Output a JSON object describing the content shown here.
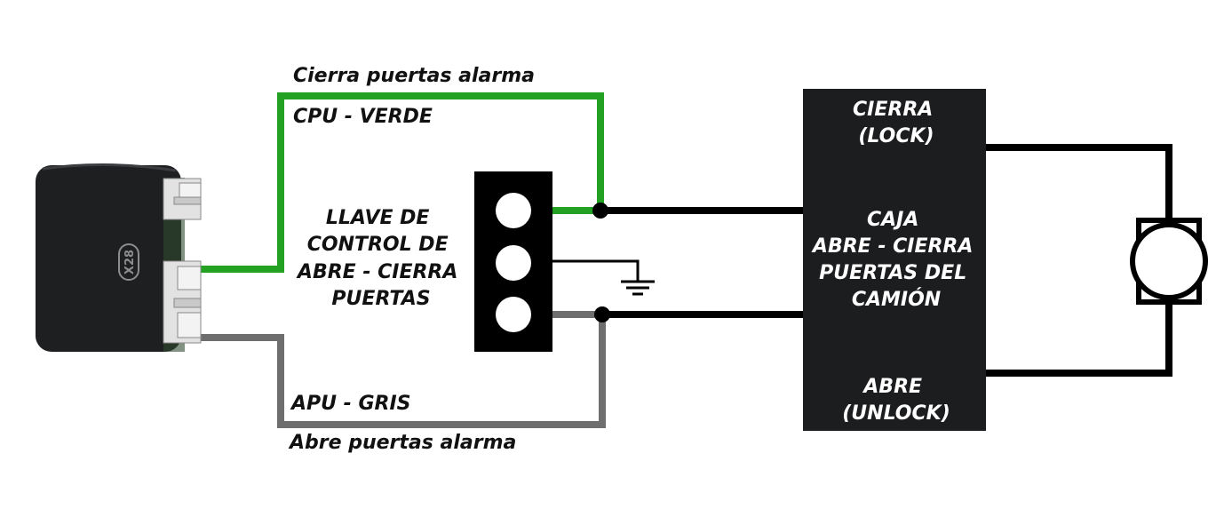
{
  "colors": {
    "green_wire": "#22a122",
    "gray_wire": "#6e6e6e",
    "black_wire": "#000000",
    "box_fill": "#1c1d1f",
    "device_body": "#1e1f21",
    "connector": "#e2e2e2"
  },
  "device": {
    "logo_text": "X28",
    "icon": "alarm-module-icon"
  },
  "wires": {
    "green": {
      "top_label": "Cierra puertas alarma",
      "name_label": "CPU - VERDE"
    },
    "gray": {
      "name_label": "APU - GRIS",
      "bottom_label": "Abre puertas alarma"
    }
  },
  "switch": {
    "label_lines": [
      "LLAVE  DE",
      "CONTROL DE",
      "ABRE - CIERRA",
      "PUERTAS"
    ],
    "icon": "three-terminal-switch-icon"
  },
  "ground": {
    "icon": "ground-icon"
  },
  "box": {
    "lock_lines": [
      "CIERRA",
      "(LOCK)"
    ],
    "title_lines": [
      "CAJA",
      "ABRE - CIERRA",
      "PUERTAS DEL",
      "CAMIÓN"
    ],
    "unlock_lines": [
      "ABRE",
      "(UNLOCK)"
    ]
  },
  "motor": {
    "icon": "motor-icon"
  }
}
